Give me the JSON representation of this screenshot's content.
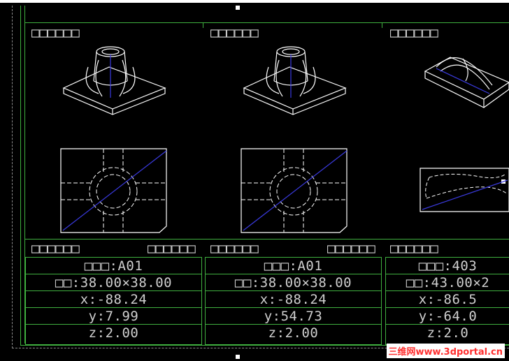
{
  "panels": [
    {
      "view_label": "□□□□□□",
      "plan_label_left": "□□□□□□",
      "plan_label_right": "□□□□□□",
      "rows": [
        {
          "key": "□□□",
          "sep": ":",
          "value": "A01"
        },
        {
          "key": "□□",
          "sep": ":",
          "value": " 38.00×38.00"
        },
        {
          "key": "x",
          "sep": ":",
          "value": " -88.24"
        },
        {
          "key": "y",
          "sep": ":",
          "value": " 7.99"
        },
        {
          "key": "z",
          "sep": ":",
          "value": " 2.00"
        }
      ]
    },
    {
      "view_label": "□□□□□□",
      "plan_label_left": "□□□□□□",
      "plan_label_right": "□□□□□□",
      "rows": [
        {
          "key": "□□□",
          "sep": ":",
          "value": "A01"
        },
        {
          "key": "□□",
          "sep": ":",
          "value": " 38.00×38.00"
        },
        {
          "key": "x",
          "sep": ":",
          "value": " -88.24"
        },
        {
          "key": "y",
          "sep": ":",
          "value": " 54.73"
        },
        {
          "key": "z",
          "sep": ":",
          "value": " 2.00"
        }
      ]
    },
    {
      "view_label": "□□□□□□",
      "plan_label_left": "□□□□□□",
      "plan_label_right": "",
      "rows": [
        {
          "key": "□□□",
          "sep": ":",
          "value": "403"
        },
        {
          "key": "□□",
          "sep": ":",
          "value": " 43.00×2"
        },
        {
          "key": "x",
          "sep": ":",
          "value": " -86.5"
        },
        {
          "key": "y",
          "sep": ":",
          "value": " -64.0"
        },
        {
          "key": "z",
          "sep": ":",
          "value": " 2.0"
        }
      ]
    }
  ],
  "watermark": "三维网www.3dportal.cn",
  "colors": {
    "background": "#000000",
    "frame": "#3fb03f",
    "geometry": "#ffffff",
    "diagonal": "#3a3adf",
    "text": "#cfcfcf"
  }
}
